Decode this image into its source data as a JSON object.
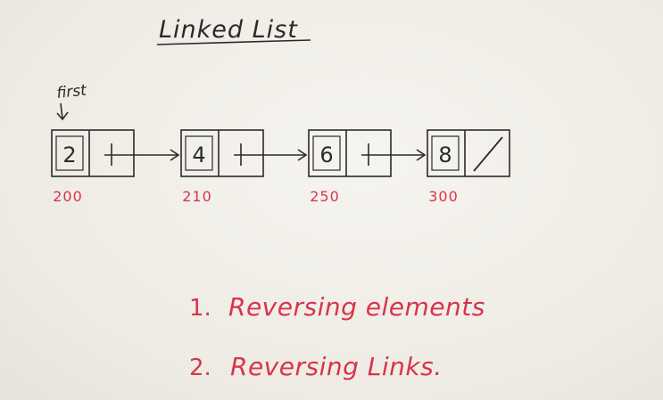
{
  "title": "Linked List",
  "pointer_label": "first",
  "nodes": [
    {
      "value": "2",
      "address": "200",
      "next": "link"
    },
    {
      "value": "4",
      "address": "210",
      "next": "link"
    },
    {
      "value": "6",
      "address": "250",
      "next": "link"
    },
    {
      "value": "8",
      "address": "300",
      "next": "null"
    }
  ],
  "topics": [
    {
      "number": "1.",
      "text": "Reversing elements"
    },
    {
      "number": "2.",
      "text": "Reversing Links."
    }
  ],
  "colors": {
    "ink": "#2a2a2a",
    "marker_red": "#d8344a",
    "board": "#f1efe9"
  }
}
